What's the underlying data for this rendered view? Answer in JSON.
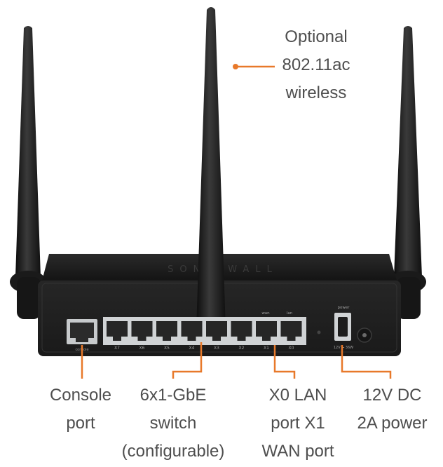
{
  "colors": {
    "accent": "#e8792a",
    "device_body": "#1f1f1f",
    "port_metal": "#bfc3c6"
  },
  "callouts": {
    "wireless": [
      "Optional",
      "802.11ac",
      "wireless"
    ],
    "console": [
      "Console",
      "port"
    ],
    "switch": [
      "6x1-GbE",
      "switch",
      "(configurable)"
    ],
    "lan_wan": [
      "X0 LAN",
      "port X1",
      "WAN port"
    ],
    "power": [
      "12V DC",
      "2A power"
    ]
  },
  "device": {
    "brand_text": "SONICWALL",
    "port_labels": [
      "X7",
      "X6",
      "X5",
      "X4",
      "X3",
      "X2",
      "X1",
      "X0"
    ],
    "wan_tag": "wan",
    "lan_tag": "lan",
    "console_tag": "console",
    "power_tag": "power",
    "power_rating": "12V ⎓ 36W"
  }
}
